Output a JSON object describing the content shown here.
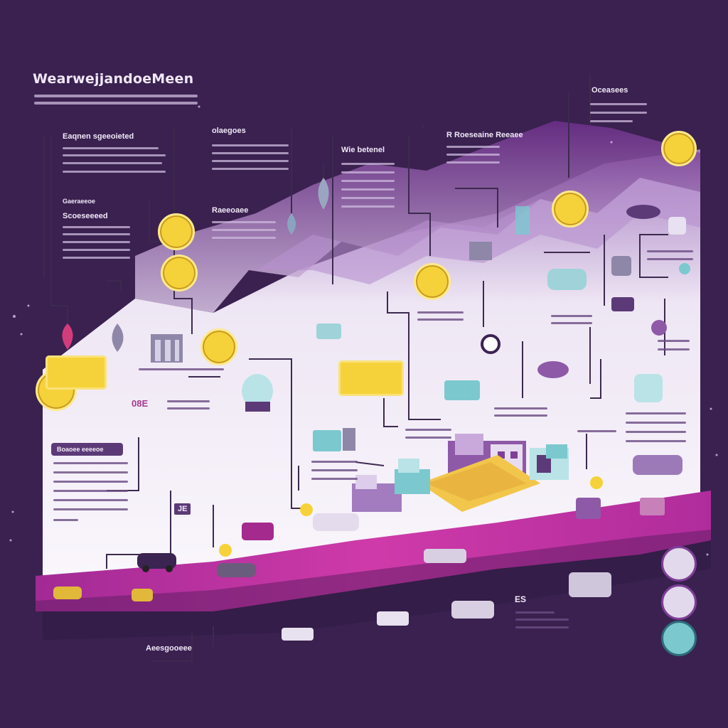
{
  "title": "WearwejjandoeMeen",
  "top_right": {
    "heading": "Oceasees"
  },
  "col1": {
    "heading": "Eaqnen sgeeoieted",
    "subhead1": "Gaeraeeoe",
    "subhead2": "Scoeseeeed"
  },
  "col2": {
    "heading": "olaegoes",
    "subhead": "Raeeoaee"
  },
  "col3": {
    "heading": "Wie betenel"
  },
  "col4": {
    "heading": "R Roeseaine Reeaee"
  },
  "left_panel": {
    "label": "Boaoee eeeeoe"
  },
  "bottom_caption": "Aeesgooeee",
  "code_tag": "JE",
  "map_codes": [
    "08E",
    "ES"
  ],
  "coins": [
    "",
    "",
    "",
    "",
    "",
    "",
    ""
  ],
  "colors": {
    "background": "#3a2150",
    "accent_purple": "#7e3f96",
    "magenta": "#c233a6",
    "yellow": "#f6d23a",
    "paper": "#f4eef8",
    "teal": "#7cc8cf"
  },
  "icons": [
    "building-icon",
    "truck-icon",
    "car-icon",
    "factory-icon",
    "drone-icon",
    "balloon-icon",
    "server-icon",
    "person-icon"
  ]
}
